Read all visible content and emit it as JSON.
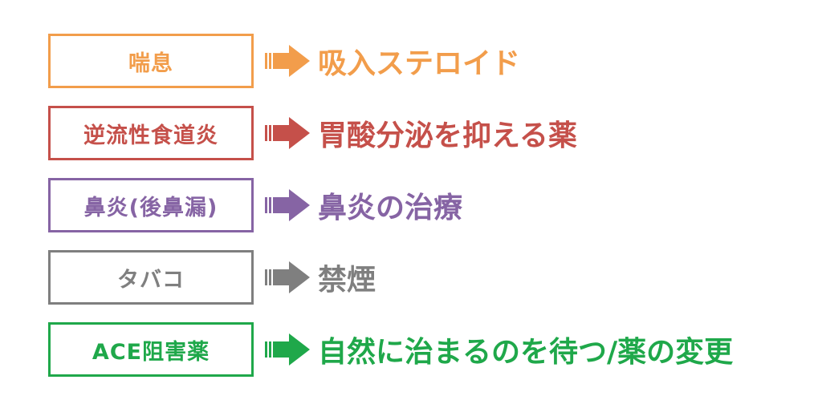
{
  "rows": [
    {
      "cause": "喘息",
      "treatment": "吸入ステロイド",
      "color": "#F29D4B"
    },
    {
      "cause": "逆流性食道炎",
      "treatment": "胃酸分泌を抑える薬",
      "color": "#C5504A"
    },
    {
      "cause": "鼻炎(後鼻漏)",
      "treatment": "鼻炎の治療",
      "color": "#8664A4"
    },
    {
      "cause": "タバコ",
      "treatment": "禁煙",
      "color": "#7F7F7F"
    },
    {
      "cause": "ACE阻害薬",
      "treatment": "自然に治まるのを待つ/薬の変更",
      "color": "#1FA84A"
    }
  ],
  "icons": {
    "arrow": "right-arrow-icon"
  }
}
